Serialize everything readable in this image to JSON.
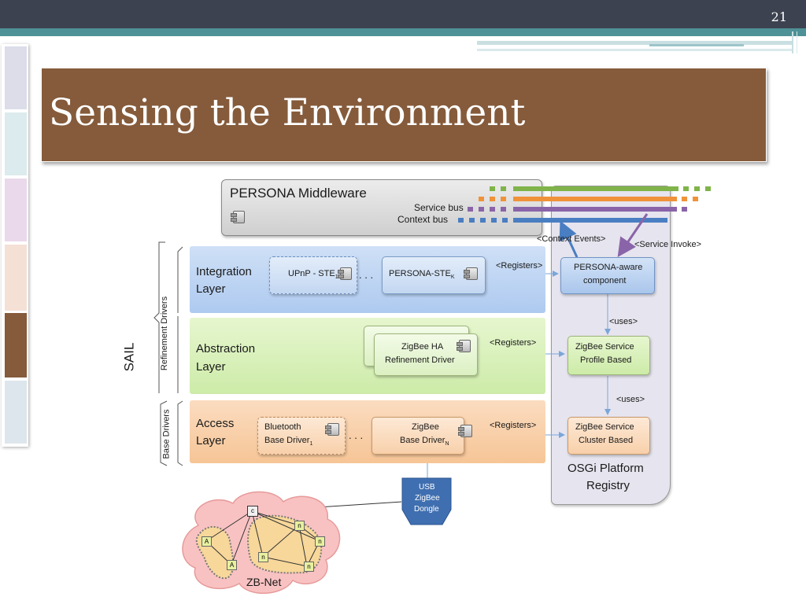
{
  "slide": {
    "page_number": "21",
    "title": "Sensing the Environment"
  },
  "colors": {
    "top_bar": "#3d4250",
    "accent_teal": "#4e9196",
    "title_bg": "#855b3b",
    "integration_layer": "#bcd3f2",
    "abstraction_layer": "#d7f0b6",
    "access_layer": "#f7cfa8",
    "service_bus": "#80b44a",
    "context_bus": "#4a7ec2"
  },
  "sidebar_strips": [
    "#dcdde9",
    "#dcebed",
    "#ead9ea",
    "#f5e0d5",
    "#855b3b",
    "#dde6ec"
  ],
  "diagram": {
    "middleware": {
      "title": "PERSONA Middleware",
      "service_bus": "Service bus",
      "context_bus": "Context bus"
    },
    "sail": "SAIL",
    "refinement_drivers": "Refinement Drivers",
    "base_drivers": "Base Drivers",
    "integration": {
      "layer_l1": "Integration",
      "layer_l2": "Layer",
      "upnp": "UPnP - STE",
      "upnp_sub": "1",
      "persona_ste": "PERSONA-STE",
      "persona_ste_sub": "K",
      "ellipsis": ". . ."
    },
    "abstraction": {
      "layer_l1": "Abstraction",
      "layer_l2": "Layer",
      "zb_ha_l1": "ZigBee HA",
      "zb_ha_l2": "Refinement Driver"
    },
    "access": {
      "layer_l1": "Access",
      "layer_l2": "Layer",
      "bt_l1": "Bluetooth",
      "bt_l2": "Base Driver",
      "bt_sub": "1",
      "zb_l1": "ZigBee",
      "zb_l2": "Base Driver",
      "zb_sub": "N",
      "ellipsis": ". . ."
    },
    "registers": "<Registers>",
    "uses": "<uses>",
    "context_events": "<Context Events>",
    "service_invoke": "<Service Invoke>",
    "persona_aware_l1": "PERSONA-aware",
    "persona_aware_l2": "component",
    "zb_profile_l1": "ZigBee Service",
    "zb_profile_l2": "Profile Based",
    "zb_cluster_l1": "ZigBee Service",
    "zb_cluster_l2": "Cluster Based",
    "osgi_l1": "OSGi Platform",
    "osgi_l2": "Registry",
    "dongle_l1": "USB",
    "dongle_l2": "ZigBee",
    "dongle_l3": "Dongle",
    "zbnet": "ZB-Net",
    "node_c": "c",
    "node_a": "A",
    "node_n": "n"
  }
}
